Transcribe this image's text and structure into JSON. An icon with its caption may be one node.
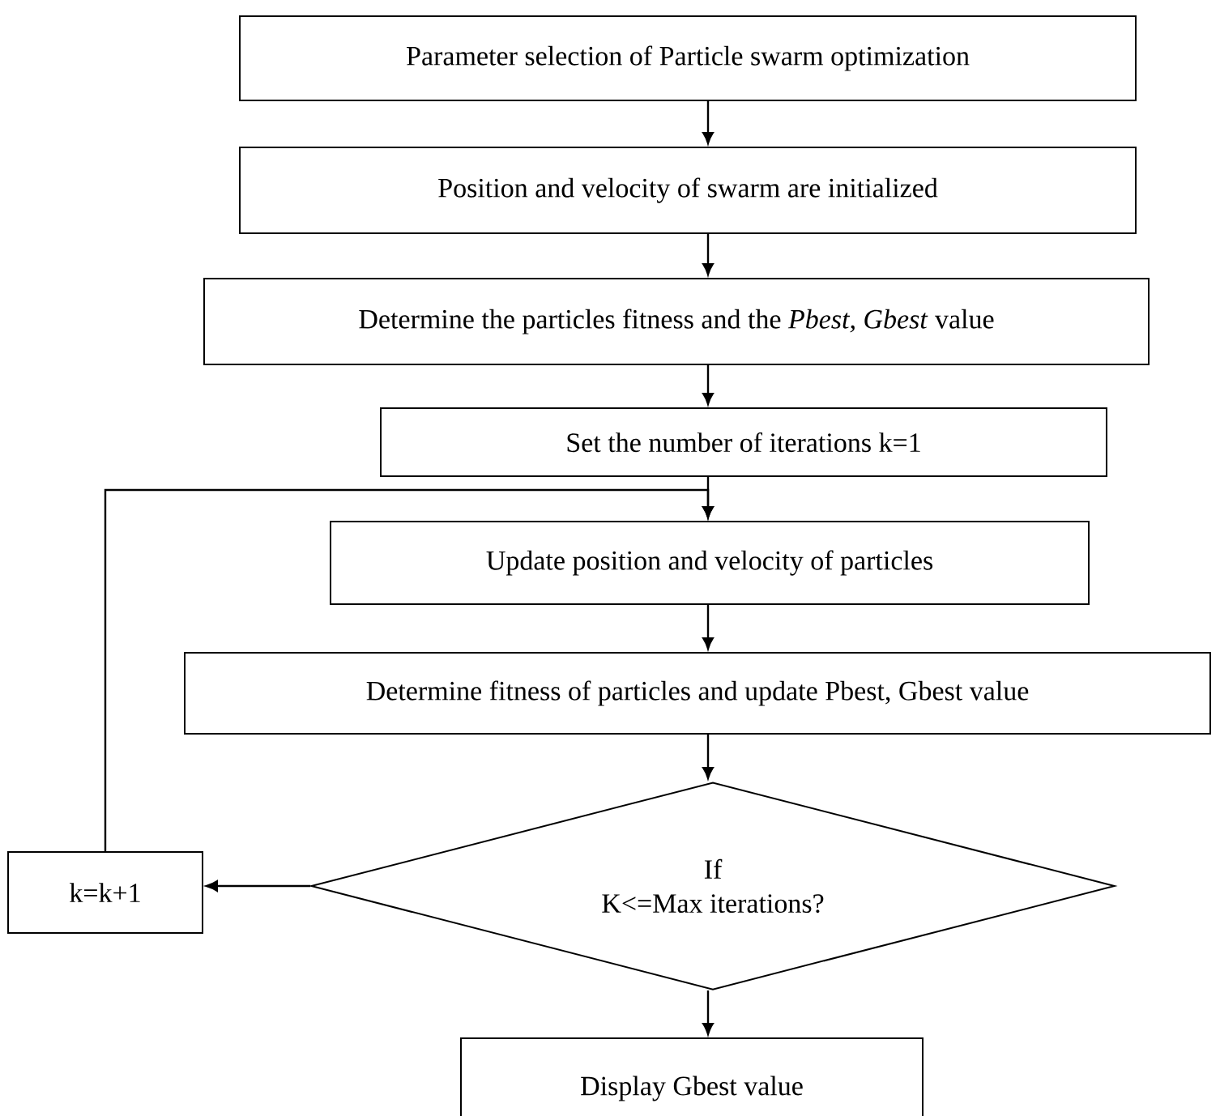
{
  "diagram": {
    "nodes": [
      {
        "text": [
          "Parameter selection of Particle swarm optimization"
        ]
      },
      {
        "text": [
          "Position and velocity of swarm are initialized"
        ]
      },
      {
        "text": [
          "Determine the particles fitness and the *Pbest, Gbest* value"
        ]
      },
      {
        "text": [
          "Set the number of iterations k=1"
        ]
      },
      {
        "text": [
          "Update position and velocity of particles"
        ]
      },
      {
        "text": [
          "Determine fitness of particles and update Pbest, Gbest value"
        ]
      },
      {
        "text": [
          "If",
          "K<=Max iterations?"
        ]
      },
      {
        "text": [
          "k=k+1"
        ]
      },
      {
        "text": [
          "Display Gbest value"
        ]
      }
    ],
    "edges": [
      {
        "from": 0,
        "to": 1,
        "arrow": "to"
      },
      {
        "from": 1,
        "to": 2,
        "arrow": "to"
      },
      {
        "from": 2,
        "to": 3,
        "arrow": "to"
      },
      {
        "from": 3,
        "to": 4,
        "arrow": "to"
      },
      {
        "from": 4,
        "to": 5,
        "arrow": "to"
      },
      {
        "from": 5,
        "to": 6,
        "arrow": "to"
      },
      {
        "from": 6,
        "to": 7,
        "arrow": "to"
      },
      {
        "from": 7,
        "to": 4,
        "arrow": "to"
      },
      {
        "from": 6,
        "to": 8,
        "arrow": "to"
      }
    ]
  }
}
